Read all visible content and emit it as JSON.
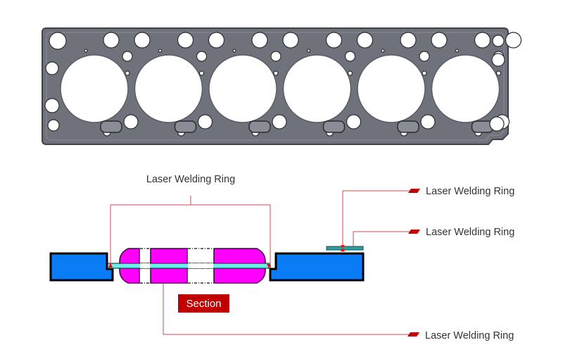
{
  "figure": {
    "title": "Cylinder head gasket with laser welding rings",
    "gasket": {
      "cylinders": 6,
      "plate_color": "#6d7079",
      "plate_edge_color": "#4a4d55",
      "hole_color": "#ffffff",
      "bead_color": "#2b2d33"
    },
    "callouts": [
      {
        "id": "top",
        "text": "Laser Welding Ring"
      },
      {
        "id": "right-1",
        "text": "Laser Welding Ring"
      },
      {
        "id": "right-2",
        "text": "Laser Welding Ring"
      },
      {
        "id": "bottom",
        "text": "Laser Welding Ring"
      }
    ],
    "section_badge": {
      "text": "Section",
      "color": "#c00000"
    },
    "colors": {
      "leader_line": "#c0504d",
      "marker": "#c00000",
      "block_fill": "#0a7cf6",
      "block_outline": "#000000",
      "ring_fill": "#ff00ff",
      "core_strip": "#66f0f0",
      "top_strip": "#2e9e9e",
      "weld_point": "#ff0000"
    }
  }
}
